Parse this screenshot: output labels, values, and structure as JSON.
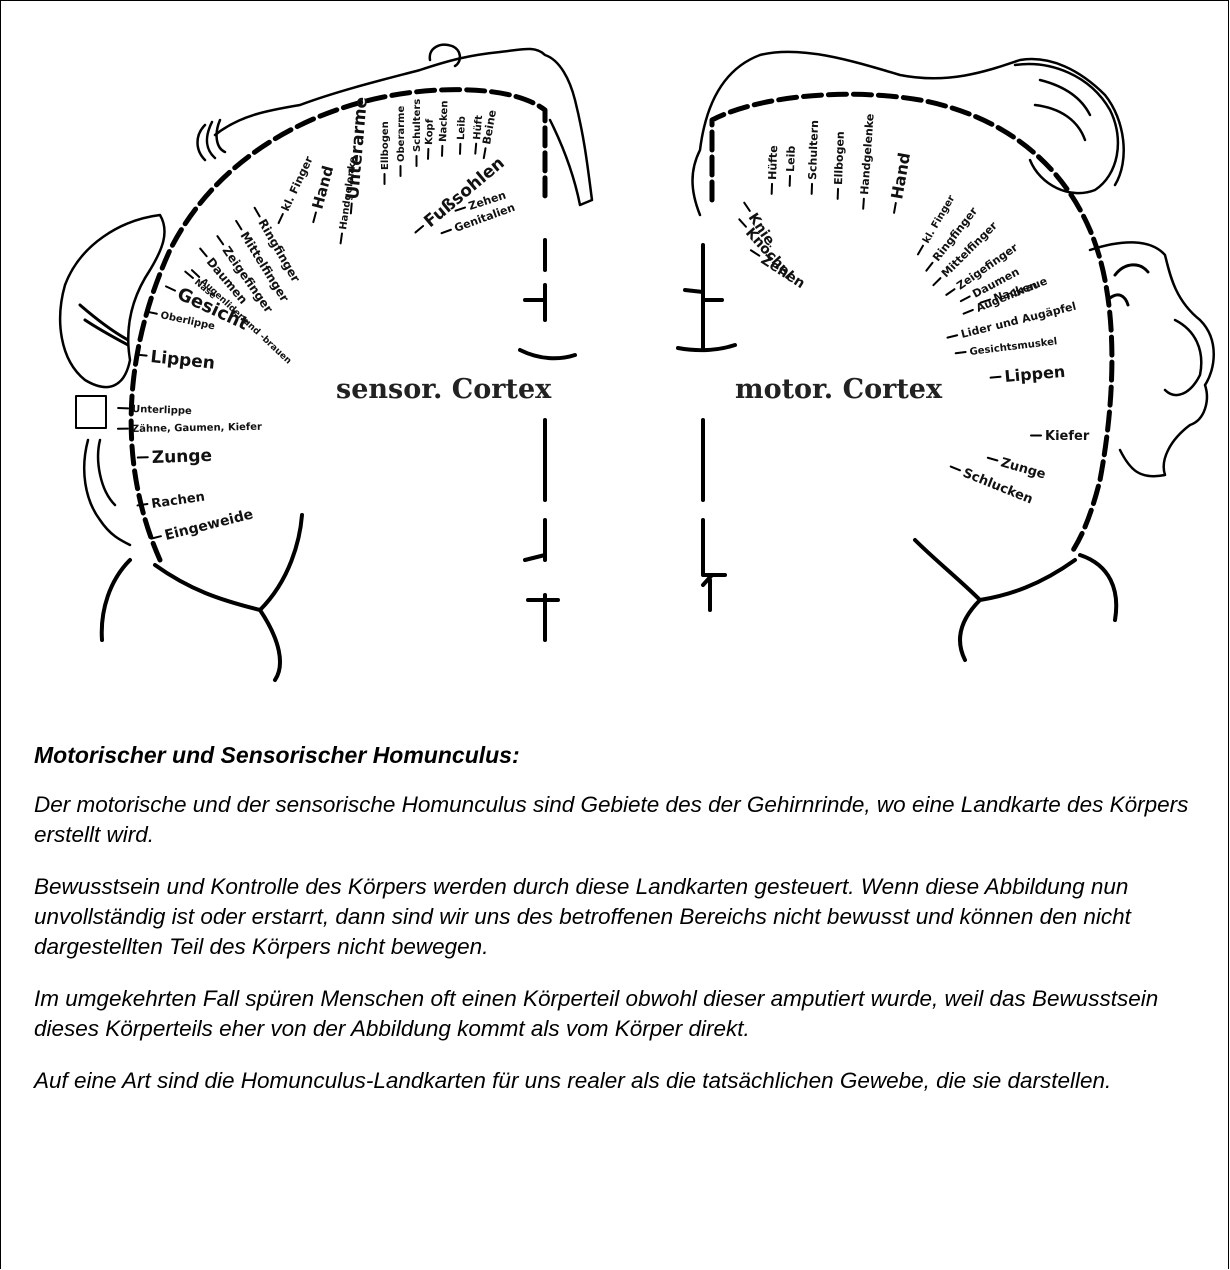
{
  "figure": {
    "sensory_title": "sensor. Cortex",
    "motor_title": "motor. Cortex",
    "sensory_labels": [
      "Genitalien",
      "Zehen",
      "Fußsohlen",
      "Beine",
      "Hüft",
      "Leib",
      "Nacken",
      "Kopf",
      "Schulters",
      "Oberarme",
      "Ellbogen",
      "Unterarme",
      "Handgelenke",
      "Hand",
      "kl. Finger",
      "Ringfinger",
      "Mittelfinger",
      "Zeigefinger",
      "Daumen",
      "Augenlider und -brauen",
      "Nase",
      "Gesicht",
      "Oberlippe",
      "Lippen",
      "Unterlippe",
      "Zähne, Gaumen, Kiefer",
      "Zunge",
      "Rachen",
      "Eingeweide"
    ],
    "motor_labels": [
      "Zehen",
      "Knöchel",
      "Knie",
      "Hüfte",
      "Leib",
      "Schultern",
      "Ellbogen",
      "Handgelenke",
      "Hand",
      "kl. Finger",
      "Ringfinger",
      "Mittelfinger",
      "Zeigefinger",
      "Daumen",
      "Nacken",
      "Augenbraue",
      "Lider und Augäpfel",
      "Gesichtsmuskel",
      "Lippen",
      "Kiefer",
      "Zunge",
      "Schlucken"
    ]
  },
  "article": {
    "heading": "Motorischer und Sensorischer Homunculus:",
    "paragraphs": [
      "Der motorische und der sensorische Homunculus sind Gebiete des der Gehirnrinde, wo eine Landkarte des Körpers erstellt wird.",
      "Bewusstsein und Kontrolle des Körpers werden durch diese Landkarten gesteuert. Wenn diese Abbildung nun unvollständig ist oder erstarrt, dann sind wir uns des betroffenen Bereichs nicht bewusst und können den nicht dargestellten Teil des Körpers nicht bewegen.",
      "Im umgekehrten Fall spüren Menschen oft einen Körperteil obwohl dieser amputiert wurde, weil das Bewusstsein dieses Körperteils eher von der Abbildung kommt als vom Körper direkt.",
      "Auf eine Art sind die Homunculus-Landkarten für uns realer als die tatsächlichen Gewebe, die sie darstellen."
    ]
  }
}
